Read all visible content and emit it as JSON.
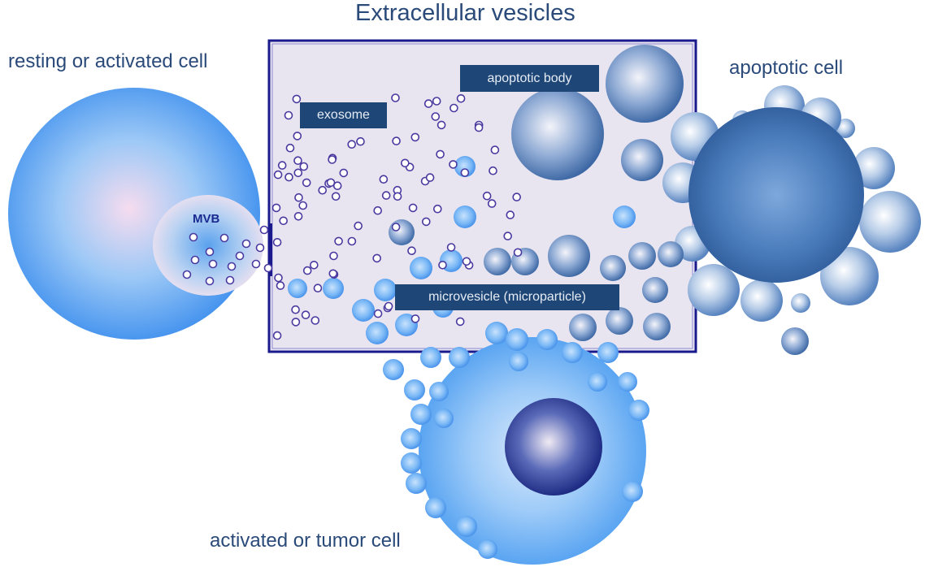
{
  "title": "Extracellular vesicles",
  "labels": {
    "resting_cell": "resting or activated cell",
    "apoptotic_cell": "apoptotic cell",
    "tumor_cell": "activated or tumor cell",
    "mvb": "MVB"
  },
  "vesicle_tags": {
    "exosome": "exosome",
    "apoptotic_body": "apoptotic body",
    "microvesicle": "microvesicle (microparticle)"
  },
  "colors": {
    "title": "#2a4a7a",
    "tag_bg": "#1e4676",
    "box_border": "#1a1a8c",
    "box_fill": "#e8e4ef",
    "cell_blue": "#4a9af0",
    "apoptotic_blue": "#3a6aa8",
    "nucleus": "#1a2a80"
  }
}
